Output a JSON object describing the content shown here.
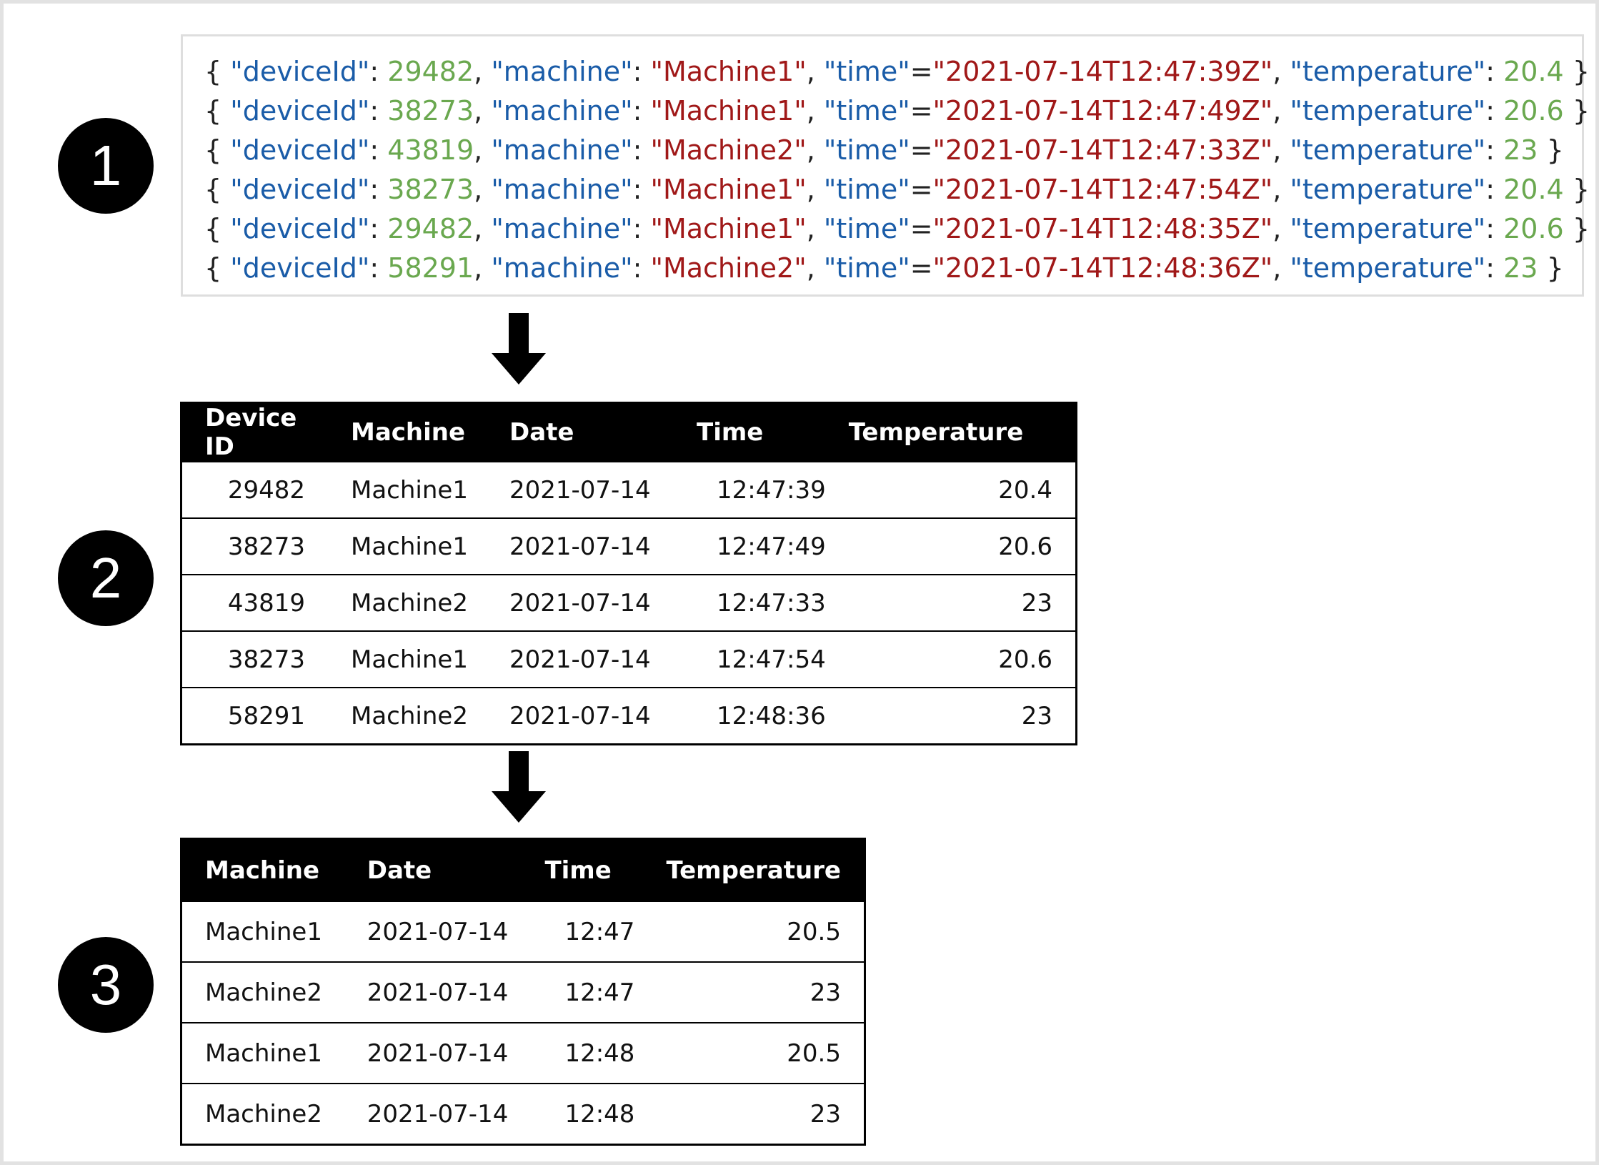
{
  "steps": [
    "1",
    "2",
    "3"
  ],
  "json_records": [
    {
      "deviceId": "29482",
      "machine": "Machine1",
      "time": "2021-07-14T12:47:39Z",
      "temperature": "20.4"
    },
    {
      "deviceId": "38273",
      "machine": "Machine1",
      "time": "2021-07-14T12:47:49Z",
      "temperature": "20.6"
    },
    {
      "deviceId": "43819",
      "machine": "Machine2",
      "time": "2021-07-14T12:47:33Z",
      "temperature": "23"
    },
    {
      "deviceId": "38273",
      "machine": "Machine1",
      "time": "2021-07-14T12:47:54Z",
      "temperature": "20.4"
    },
    {
      "deviceId": "29482",
      "machine": "Machine1",
      "time": "2021-07-14T12:48:35Z",
      "temperature": "20.6"
    },
    {
      "deviceId": "58291",
      "machine": "Machine2",
      "time": "2021-07-14T12:48:36Z",
      "temperature": "23"
    }
  ],
  "json_keys": {
    "deviceId": "\"deviceId\"",
    "machine": "\"machine\"",
    "time": "\"time\"",
    "temperature": "\"temperature\""
  },
  "table2": {
    "headers": [
      "Device ID",
      "Machine",
      "Date",
      "Time",
      "Temperature"
    ],
    "rows": [
      [
        "29482",
        "Machine1",
        "2021-07-14",
        "12:47:39",
        "20.4"
      ],
      [
        "38273",
        "Machine1",
        "2021-07-14",
        "12:47:49",
        "20.6"
      ],
      [
        "43819",
        "Machine2",
        "2021-07-14",
        "12:47:33",
        "23"
      ],
      [
        "38273",
        "Machine1",
        "2021-07-14",
        "12:47:54",
        "20.6"
      ],
      [
        "58291",
        "Machine2",
        "2021-07-14",
        "12:48:36",
        "23"
      ]
    ]
  },
  "table3": {
    "headers": [
      "Machine",
      "Date",
      "Time",
      "Temperature"
    ],
    "rows": [
      [
        "Machine1",
        "2021-07-14",
        "12:47",
        "20.5"
      ],
      [
        "Machine2",
        "2021-07-14",
        "12:47",
        "23"
      ],
      [
        "Machine1",
        "2021-07-14",
        "12:48",
        "20.5"
      ],
      [
        "Machine2",
        "2021-07-14",
        "12:48",
        "23"
      ]
    ]
  },
  "colors": {
    "key": "#1a5ca8",
    "string": "#a01818",
    "number": "#6aa84f",
    "header_bg": "#000000"
  },
  "icons": [
    "down-arrow-icon",
    "down-arrow-icon"
  ]
}
